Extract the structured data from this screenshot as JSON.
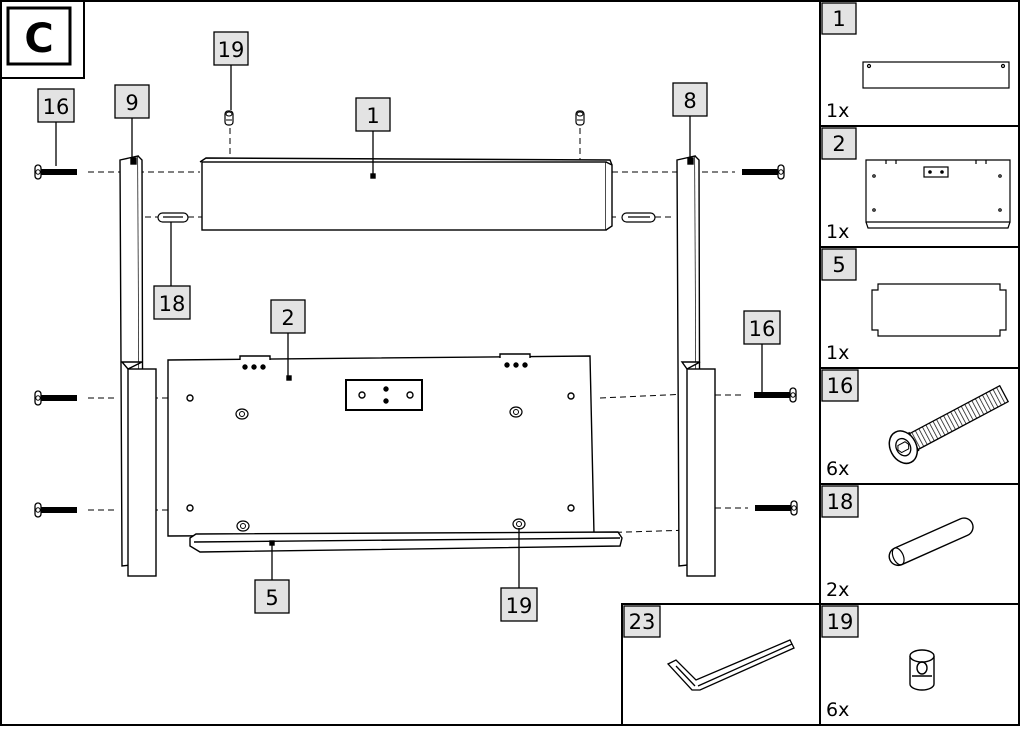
{
  "step_label": "C",
  "diagram_labels": {
    "p19_top": "19",
    "p16_left": "16",
    "p9": "9",
    "p1": "1",
    "p8": "8",
    "p18": "18",
    "p2": "2",
    "p16_right": "16",
    "p5": "5",
    "p19_bottom": "19",
    "p23": "23"
  },
  "parts_list": [
    {
      "number": "1",
      "qty": "1x",
      "icon": "panel-1-icon"
    },
    {
      "number": "2",
      "qty": "1x",
      "icon": "panel-2-icon"
    },
    {
      "number": "5",
      "qty": "1x",
      "icon": "panel-5-icon"
    },
    {
      "number": "16",
      "qty": "6x",
      "icon": "bolt-icon"
    },
    {
      "number": "18",
      "qty": "2x",
      "icon": "dowel-icon"
    },
    {
      "number": "19",
      "qty": "6x",
      "icon": "cam-nut-icon"
    }
  ]
}
